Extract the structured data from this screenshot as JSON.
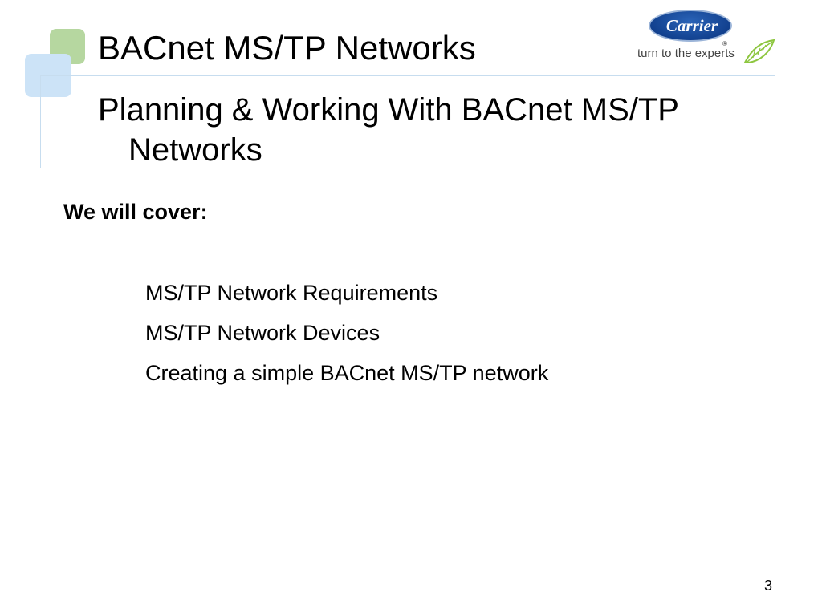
{
  "slide": {
    "title": "BACnet MS/TP Networks",
    "subtitle": "Planning & Working With BACnet MS/TP Networks",
    "logo": {
      "brand": "Carrier",
      "registered_mark": "®",
      "tagline": "turn to the experts",
      "icon": "leaf-icon"
    },
    "cover_heading": "We will cover:",
    "topics": [
      "MS/TP Network Requirements",
      "MS/TP Network Devices",
      "Creating a simple BACnet MS/TP network"
    ],
    "page_number": "3"
  },
  "colors": {
    "accent_green": "#b6d7a0",
    "accent_blue": "#cce3f7",
    "rule": "#c7ddef",
    "brand_blue": "#12418f",
    "leaf_green": "#8dc63f"
  }
}
